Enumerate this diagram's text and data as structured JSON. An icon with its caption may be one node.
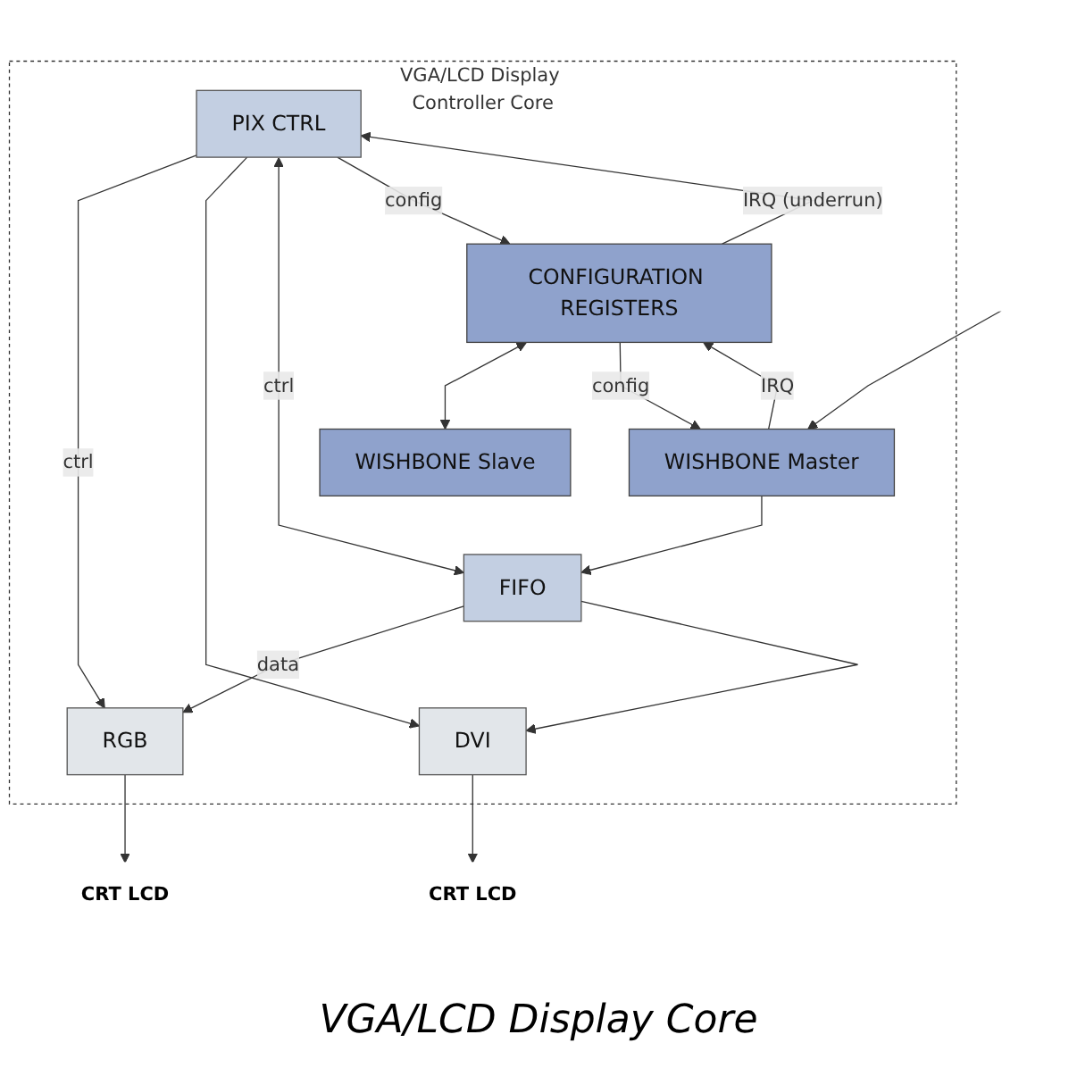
{
  "diagram": {
    "caption": "VGA/LCD Display Core",
    "nodes": [
      {
        "text": [
          "VGA/LCD Display Controller Core"
        ]
      },
      {
        "text": [
          "PIX CTRL"
        ],
        "in": 0
      },
      {
        "text": [
          "RGB"
        ],
        "in": 0
      },
      {
        "text": [
          "DVI"
        ],
        "in": 0
      },
      {
        "text": [
          "FIFO"
        ],
        "in": 0
      },
      {
        "text": [
          "CONFIGURATION REGISTERS"
        ],
        "in": 0
      },
      {
        "text": [
          "WISHBONE Slave"
        ],
        "in": 0
      },
      {
        "text": [
          "WISHBONE Master"
        ],
        "in": 0
      },
      {
        "text": [
          "CRT LCD"
        ]
      },
      {
        "text": [
          "CRT LCD"
        ]
      }
    ],
    "edges": [
      {
        "from": 1,
        "to": 2,
        "arrow": "to",
        "label": "ctrl"
      },
      {
        "from": 1,
        "to": 3,
        "arrow": "to"
      },
      {
        "from": 2,
        "to": 8,
        "arrow": "to"
      },
      {
        "from": 3,
        "to": 9,
        "arrow": "to"
      },
      {
        "from": 1,
        "to": 4,
        "arrow": "both",
        "label": "ctrl"
      },
      {
        "from": 4,
        "to": 2,
        "arrow": "to",
        "label": "data"
      },
      {
        "from": 4,
        "to": 3,
        "arrow": "to"
      },
      {
        "from": 7,
        "to": 4,
        "arrow": "to"
      },
      {
        "from": 5,
        "to": 1,
        "arrow": "to",
        "label": "IRQ (underrun)"
      },
      {
        "from": 1,
        "to": 5,
        "arrow": "to",
        "label": "config"
      },
      {
        "from": 5,
        "to": 6,
        "arrow": "both"
      },
      {
        "from": 5,
        "to": 7,
        "arrow": "to",
        "label": "config"
      },
      {
        "from": 7,
        "to": 5,
        "arrow": "to",
        "label": "IRQ"
      },
      {
        "from": null,
        "to": 7,
        "arrow": "to"
      }
    ]
  }
}
